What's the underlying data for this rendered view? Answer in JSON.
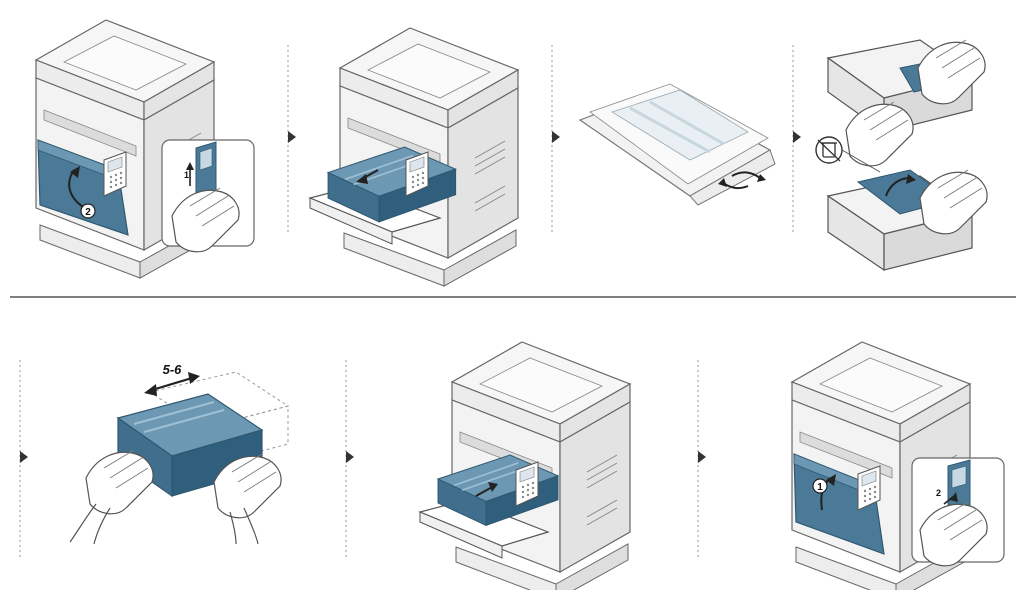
{
  "callouts": {
    "step1_open_front": "1",
    "step1_pull_cover": "2",
    "step_shake_range": "5-6",
    "step_close_cover": "1",
    "step_close_panel": "2"
  },
  "colors": {
    "accent_blue": "#3f6f8c",
    "accent_blue_light": "#6d98b3",
    "line": "#555555",
    "machine_fill": "#f4f4f4",
    "machine_shade": "#e2e2e2"
  },
  "icons": {
    "step_arrow": "triangle-right-icon",
    "recycle_bin": "recycle-bin-icon",
    "hand": "hand-icon"
  }
}
